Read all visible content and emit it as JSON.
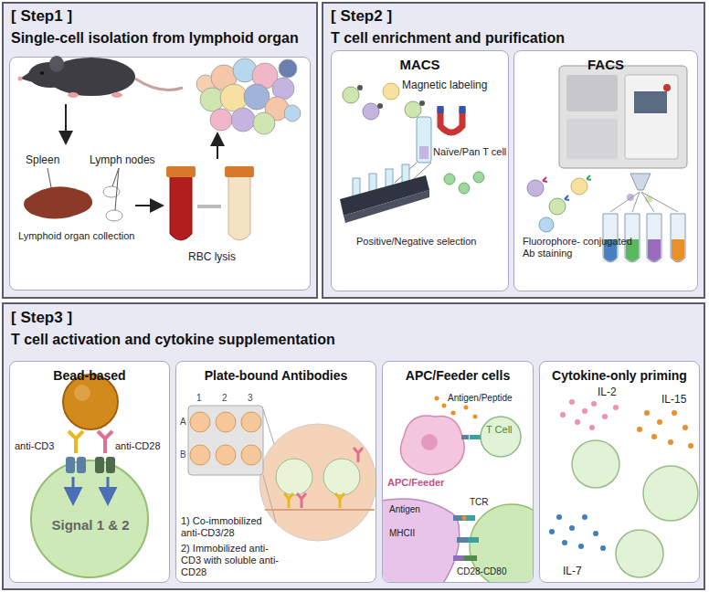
{
  "diagram": {
    "nodes": [
      {
        "text": [
          "[ Step1 ]",
          "Single-cell isolation from lymphoid organ"
        ]
      },
      {
        "text": [
          "Spleen",
          "Lymph nodes",
          "Lymphoid organ collection",
          "RBC lysis"
        ],
        "in": 0
      },
      {
        "text": [
          "[ Step2 ]",
          "T cell enrichment and purification"
        ]
      },
      {
        "text": [
          "MACS",
          "Magnetic labeling",
          "Naïve/Pan T cell",
          "Positive/Negative selection"
        ],
        "in": 2
      },
      {
        "text": [
          "FACS",
          "Fluorophore- conjugated Ab staining"
        ],
        "in": 2
      },
      {
        "text": [
          "[ Step3 ]",
          "T cell activation and cytokine supplementation"
        ]
      },
      {
        "text": [
          "Bead-based",
          "anti-CD3",
          "anti-CD28",
          "Signal 1 & 2"
        ],
        "in": 5
      },
      {
        "text": [
          "Plate-bound Antibodies",
          "1",
          "2",
          "3",
          "A",
          "B",
          "1) Co-immobilized anti-CD3/28",
          "2) Immobilized anti-CD3 with soluble anti-CD28"
        ],
        "in": 5
      },
      {
        "text": [
          "APC/Feeder cells",
          "Antigen/Peptide",
          "T Cell",
          "APC/Feeder",
          "TCR",
          "Antigen",
          "MHCII",
          "CD28-CD80"
        ],
        "in": 5
      },
      {
        "text": [
          "Cytokine-only priming",
          "IL-2",
          "IL-15",
          "IL-7"
        ],
        "in": 5
      }
    ]
  }
}
